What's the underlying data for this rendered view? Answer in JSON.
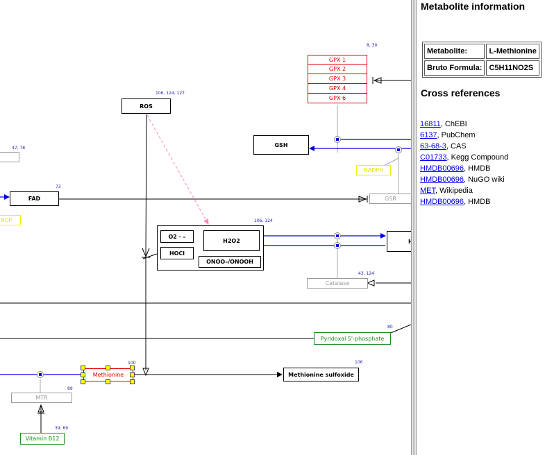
{
  "diagram": {
    "nodes": {
      "ros": "ROS",
      "gsh": "GSH",
      "fad": "FAD",
      "gsr": "GSR",
      "nadph": "NADPH",
      "ncp": "NCP",
      "o2": "O2 · –",
      "hocl": "HOCl",
      "h2o2": "H2O2",
      "onoo": "ONOO–/ONOOH",
      "h_cut": "H",
      "catalase": "Catalase",
      "pyridoxal": "Pyridoxal 5'-phosphate",
      "methionine": "Methionine",
      "methionine_sulfoxide": "Methionine sulfoxide",
      "mtr": "MTR",
      "vitamin_b12": "Vitamin B12"
    },
    "gpx": [
      "GPX 1",
      "GPX 2",
      "GPX 3",
      "GPX 4",
      "GPX 6"
    ],
    "refs": {
      "gpx": "8, 30",
      "ros": "106, 124, 127",
      "left_box": "47, 78",
      "fad": "73",
      "h2o2": "106, 124",
      "catalase": "43, 124",
      "pyridoxal": "80",
      "methionine": "100",
      "methionine_sulfoxide": "106",
      "mtr": "89",
      "vitamin_b12": "39, 69"
    }
  },
  "panel": {
    "title": "Metabolite information",
    "table": [
      {
        "label": "Metabolite:",
        "value": "L-Methionine"
      },
      {
        "label": "Bruto Formula:",
        "value": "C5H11NO2S"
      }
    ],
    "xref_title": "Cross references",
    "xrefs": [
      {
        "id": "16811",
        "source": "ChEBI"
      },
      {
        "id": "6137",
        "source": "PubChem"
      },
      {
        "id": "63-68-3",
        "source": "CAS"
      },
      {
        "id": "C01733",
        "source": "Kegg Compound"
      },
      {
        "id": "HMDB00696",
        "source": "HMDB"
      },
      {
        "id": "HMDB00696",
        "source": "NuGO wiki"
      },
      {
        "id": "MET",
        "source": "Wikipedia"
      },
      {
        "id": "HMDB00696",
        "source": "HMDB"
      }
    ]
  }
}
